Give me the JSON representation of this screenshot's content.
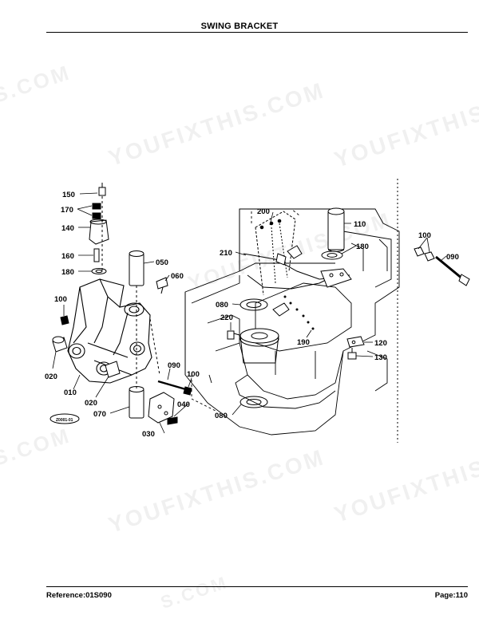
{
  "header": {
    "title": "SWING BRACKET"
  },
  "footer": {
    "reference": "Reference:01S090",
    "page": "Page:110"
  },
  "watermarks": [
    "S.COM",
    "YOUFIXTHIS.COM",
    "YOUFIXTHIS",
    "S.COM",
    "YOUFIXTHIS.COM",
    "YOUFIXTHIS",
    "S.COM",
    "YOUFIXTHIS.COM"
  ],
  "parts": {
    "p150": "150",
    "p170": "170",
    "p140": "140",
    "p160": "160",
    "p180a": "180",
    "p050": "050",
    "p060": "060",
    "p100a": "100",
    "p020a": "020",
    "p010": "010",
    "p020b": "020",
    "p070": "070",
    "p030": "030",
    "p040": "040",
    "p090a": "090",
    "p100b": "100",
    "p200": "200",
    "p110": "110",
    "p180b": "180",
    "p210": "210",
    "p080a": "080",
    "p220": "220",
    "p190": "190",
    "p120": "120",
    "p130": "130",
    "p080b": "080",
    "p100c": "100",
    "p090b": "090"
  },
  "stamp": "Z0001-01"
}
